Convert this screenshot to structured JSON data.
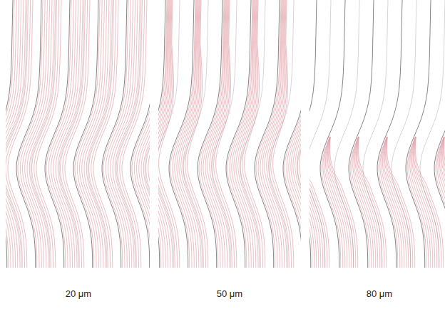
{
  "diagram": {
    "labels": [
      "20 μm",
      "50 μm",
      "80 μm"
    ]
  }
}
